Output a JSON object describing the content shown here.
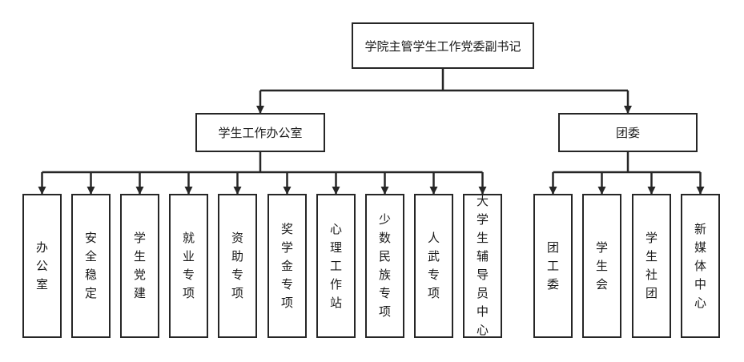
{
  "root": {
    "label": "学院主管学生工作党委副书记"
  },
  "branches": [
    {
      "label": "学生工作办公室",
      "children": [
        "办公室",
        "安全稳定",
        "学生党建",
        "就业专项",
        "资助专项",
        "奖学金专项",
        "心理工作站",
        "少数民族专项",
        "人武专项",
        "大学生辅导员中心"
      ]
    },
    {
      "label": "团委",
      "children": [
        "团工委",
        "学生会",
        "学生社团",
        "新媒体中心"
      ]
    }
  ],
  "colors": {
    "line": "#262626",
    "box_border": "#262626",
    "text": "#1a1a1a"
  }
}
